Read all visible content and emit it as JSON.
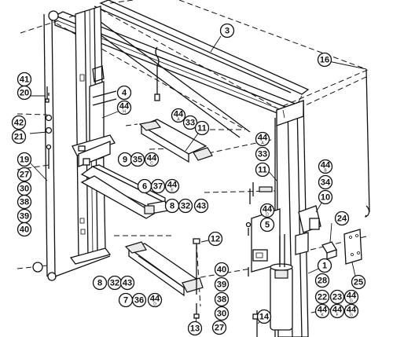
{
  "callouts": [
    {
      "label": "3"
    },
    {
      "label": "16"
    },
    {
      "label": "41"
    },
    {
      "label": "20"
    },
    {
      "label": "42"
    },
    {
      "label": "21"
    },
    {
      "label": "19"
    },
    {
      "label": "27"
    },
    {
      "label": "30"
    },
    {
      "label": "38"
    },
    {
      "label": "39"
    },
    {
      "label": "40"
    },
    {
      "label": "4"
    },
    {
      "label": "44",
      "sub": "H"
    },
    {
      "label": "44",
      "sub": "A"
    },
    {
      "label": "33"
    },
    {
      "label": "11"
    },
    {
      "label": "9"
    },
    {
      "label": "35"
    },
    {
      "label": "44",
      "sub": "C"
    },
    {
      "label": "6"
    },
    {
      "label": "37"
    },
    {
      "label": "44",
      "sub": "E"
    },
    {
      "label": "8"
    },
    {
      "label": "32"
    },
    {
      "label": "43"
    },
    {
      "label": "44",
      "sub": "A"
    },
    {
      "label": "33"
    },
    {
      "label": "11"
    },
    {
      "label": "44",
      "sub": "B"
    },
    {
      "label": "34"
    },
    {
      "label": "10"
    },
    {
      "label": "44",
      "sub": "D"
    },
    {
      "label": "5"
    },
    {
      "label": "24"
    },
    {
      "label": "12"
    },
    {
      "label": "1"
    },
    {
      "label": "28"
    },
    {
      "label": "25"
    },
    {
      "label": "8"
    },
    {
      "label": "32"
    },
    {
      "label": "43"
    },
    {
      "label": "7"
    },
    {
      "label": "36"
    },
    {
      "label": "44",
      "sub": "D"
    },
    {
      "label": "40"
    },
    {
      "label": "39"
    },
    {
      "label": "38"
    },
    {
      "label": "30"
    },
    {
      "label": "27"
    },
    {
      "label": "13"
    },
    {
      "label": "14"
    },
    {
      "label": "22"
    },
    {
      "label": "23"
    },
    {
      "label": "44",
      "sub": "G"
    },
    {
      "label": "44",
      "sub": "K"
    },
    {
      "label": "44",
      "sub": "F"
    },
    {
      "label": "44",
      "sub": "G"
    }
  ]
}
